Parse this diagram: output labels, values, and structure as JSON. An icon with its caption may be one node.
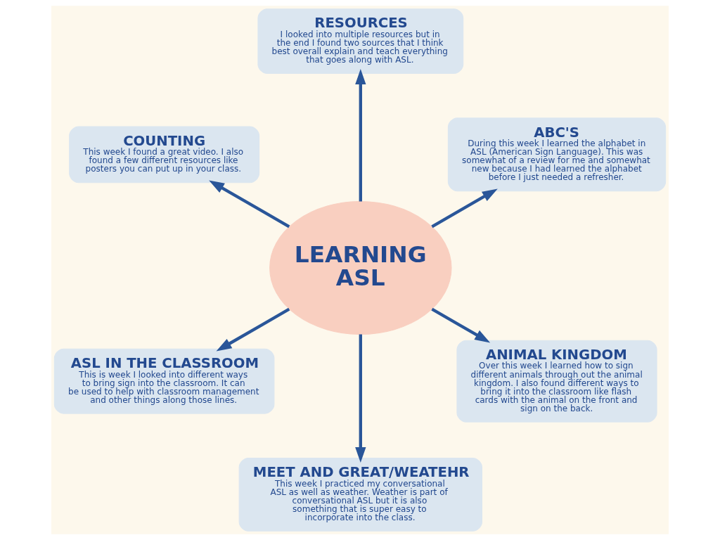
{
  "diagram": {
    "nodes": [
      {
        "text": [
          "ABC'S",
          "During this week I learned the alphabet in ASL (American Sign Language). This was somewhat of a review for me and somewhat new because I had learned the alphabet before I just needed a refresher."
        ]
      },
      {
        "text": [
          "RESOURCES",
          "I looked into multiple resources but in the end I found two sources that I think best overall explain and teach everything that goes along with ASL."
        ]
      },
      {
        "text": [
          "COUNTING",
          "This week I found a great video. I also found a few different resources like posters you can put up in your class."
        ]
      },
      {
        "text": [
          "LEARNING ASL"
        ]
      },
      {
        "text": [
          "ASL IN THE CLASSROOM",
          "This is week I looked into different ways to bring sign into the classroom. It can be used to help with classroom management and other things along those lines."
        ]
      },
      {
        "text": [
          "MEET AND GREAT/WEATEHR",
          "This week I practiced my conversational ASL as well as weather. Weather is part of conversational ASL but it is also something that is super easy to incorporate into the class."
        ]
      },
      {
        "text": [
          "ANIMAL KINGDOM",
          "Over this week I learned how to sign different animals through out the animal kingdom. I also found different ways to bring it into the classroom like flash cards with the animal on the front and sign on the back."
        ]
      }
    ],
    "edges": [
      {
        "from": 3,
        "to": 0,
        "arrow": "to"
      },
      {
        "from": 3,
        "to": 1,
        "arrow": "to"
      },
      {
        "from": 3,
        "to": 2,
        "arrow": "to"
      },
      {
        "from": 3,
        "to": 4,
        "arrow": "to"
      },
      {
        "from": 3,
        "to": 5,
        "arrow": "to"
      },
      {
        "from": 3,
        "to": 6,
        "arrow": "to"
      }
    ]
  }
}
